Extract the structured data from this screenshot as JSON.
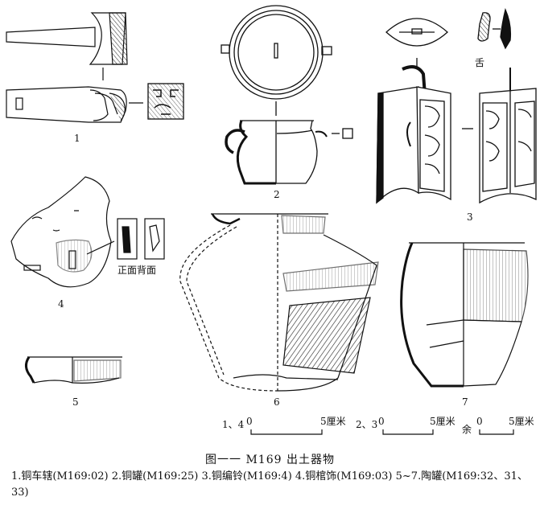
{
  "figure": {
    "labels": [
      "1",
      "2",
      "3",
      "4",
      "5",
      "6",
      "7"
    ],
    "tongue_label": "舌",
    "front_back_label": "正面背面",
    "scale_bars": [
      {
        "prefix": "1、4",
        "start": "0",
        "end": "5厘米"
      },
      {
        "prefix": "2、3",
        "start": "0",
        "end": "5厘米"
      },
      {
        "prefix": "余",
        "start": "0",
        "end": "5厘米"
      }
    ],
    "title": "图一一  M169 出土器物",
    "caption": "1.铜车辖(M169:02)  2.铜罐(M169:25)  3.铜编铃(M169:4)  4.铜棺饰(M169:03)  5~7.陶罐(M169:32、31、33)"
  }
}
